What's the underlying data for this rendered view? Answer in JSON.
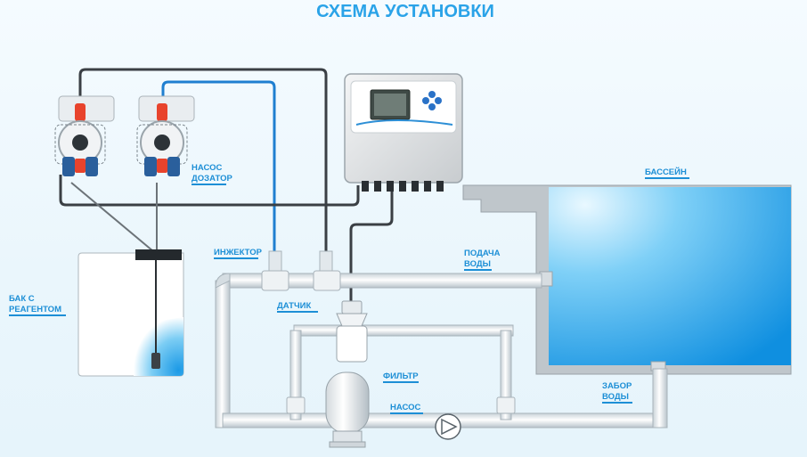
{
  "title": "СХЕМА УСТАНОВКИ",
  "labels": {
    "pump_dosing": [
      "НАСОС",
      "ДОЗАТОР"
    ],
    "pool": [
      "БАССЕЙН"
    ],
    "injector": [
      "ИНЖЕКТОР"
    ],
    "water_supply": [
      "ПОДАЧА",
      "ВОДЫ"
    ],
    "tank": [
      "БАК С",
      "РЕАГЕНТОМ"
    ],
    "sensor": [
      "ДАТЧИК"
    ],
    "filter": [
      "ФИЛЬТР"
    ],
    "pump": [
      "НАСОС"
    ],
    "water_intake": [
      "ЗАБОР",
      "ВОДЫ"
    ]
  },
  "colors": {
    "title": "#2aa3e8",
    "label": "#1d8fd6",
    "cable_dark": "#3a3f44",
    "cable_blue": "#1f7fd0",
    "pool_water": "#1aa4ec",
    "pipe": "#e9eef1"
  }
}
